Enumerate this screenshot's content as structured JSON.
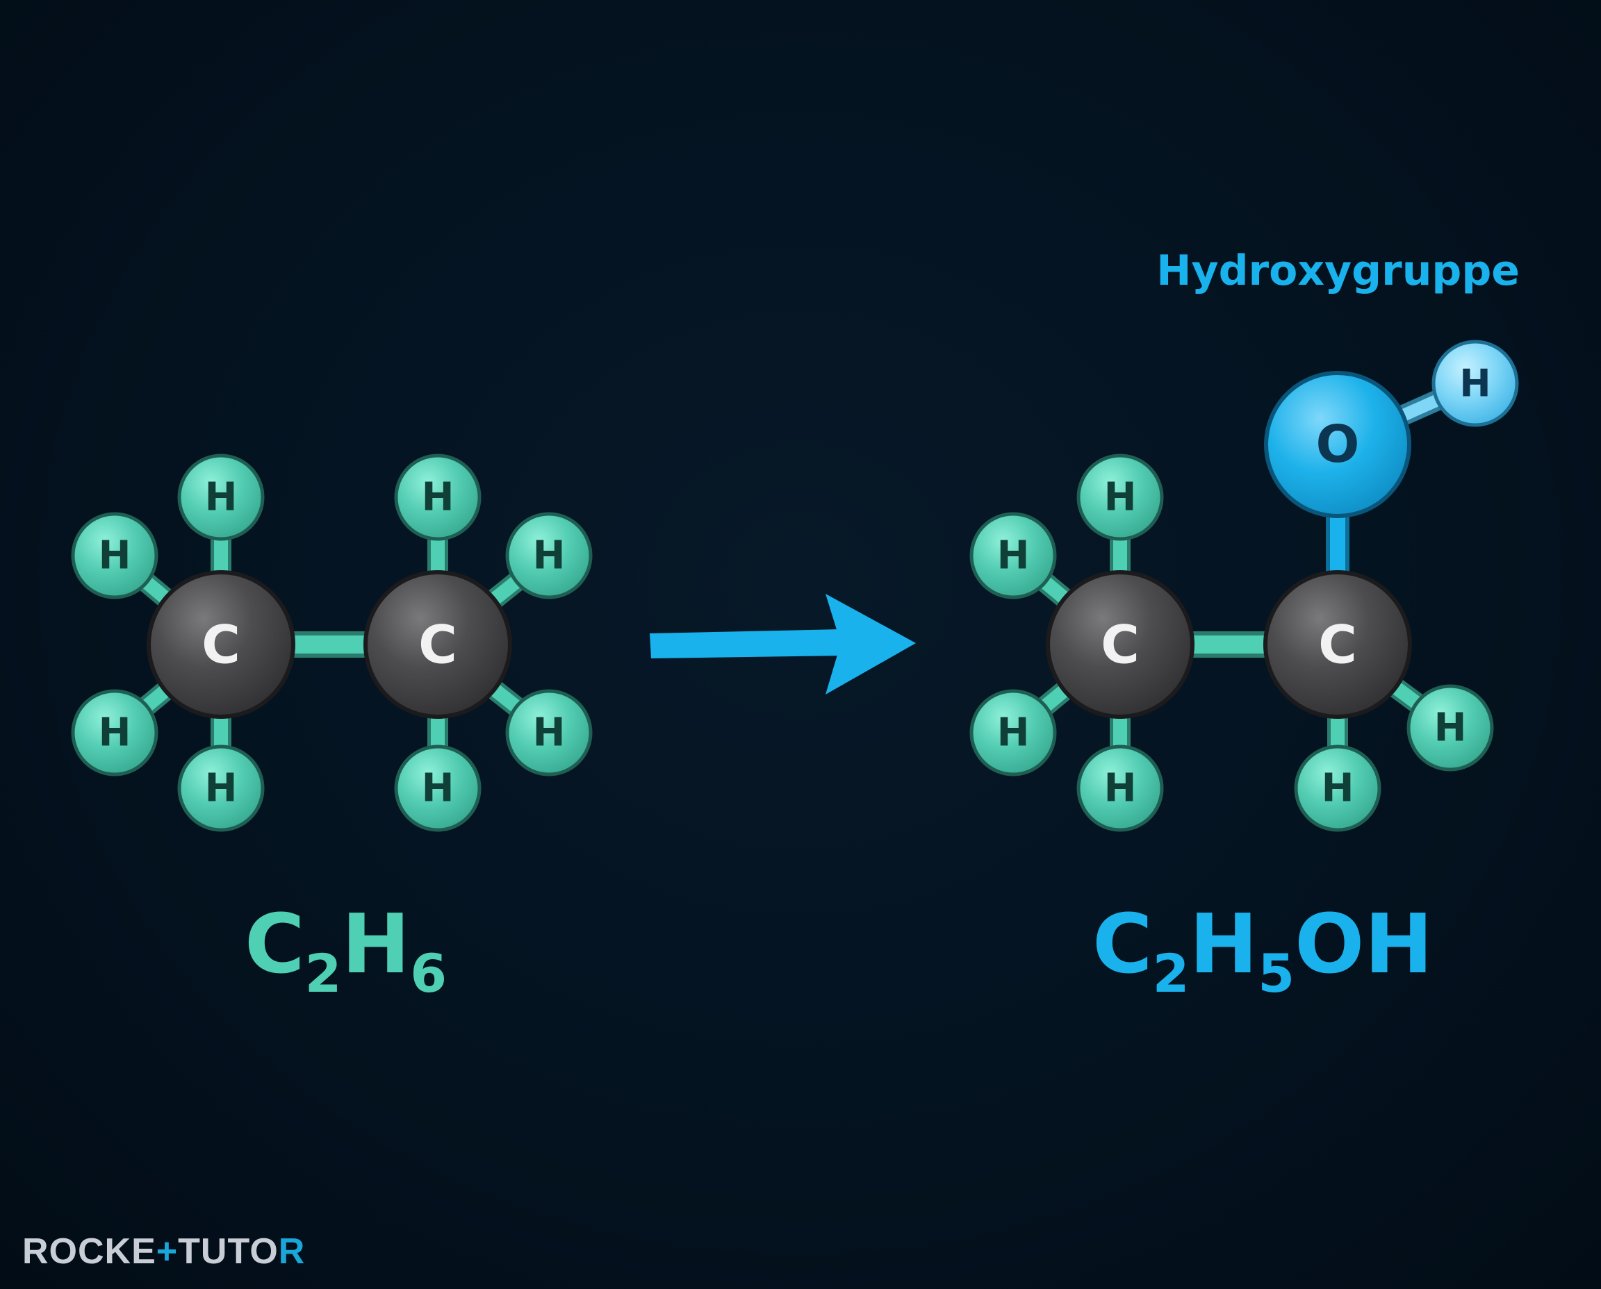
{
  "atom_letters": {
    "carbon": "C",
    "hydrogen": "H",
    "oxygen": "O"
  },
  "reactant": {
    "formula": {
      "main1": "C",
      "sub1": "2",
      "main2": "H",
      "sub2": "6"
    }
  },
  "product": {
    "formula": {
      "main1": "C",
      "sub1": "2",
      "main2": "H",
      "sub2": "5",
      "main3": "OH"
    },
    "group_label": "Hydroxygruppe"
  },
  "brand": {
    "part1": "ROCKE",
    "accent": "+",
    "part2": "TUTO",
    "part3": "R"
  },
  "colors": {
    "background": "#03111f",
    "hydrogen": "#4fcfb3",
    "carbon": "#4a4a4c",
    "bond": "#4fcfb3",
    "oxygen_group": "#1ab2ec",
    "arrow": "#1ab2ec"
  }
}
